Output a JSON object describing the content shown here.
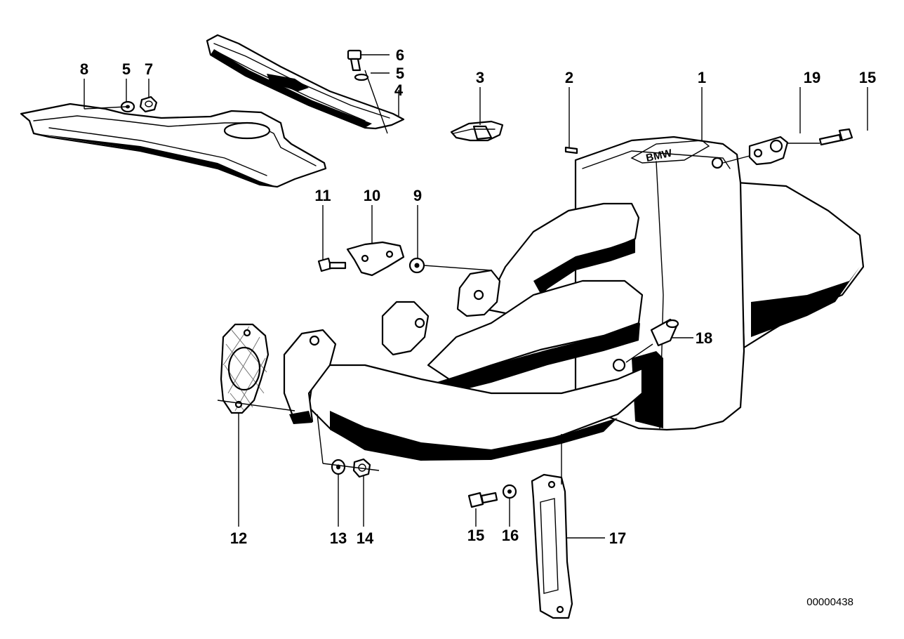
{
  "diagram": {
    "callouts": [
      "1",
      "2",
      "3",
      "4",
      "5",
      "5",
      "6",
      "7",
      "8",
      "9",
      "10",
      "11",
      "12",
      "13",
      "14",
      "15",
      "15",
      "16",
      "17",
      "18",
      "19"
    ],
    "reference_number": "00000438",
    "logo_text": "BMW"
  }
}
